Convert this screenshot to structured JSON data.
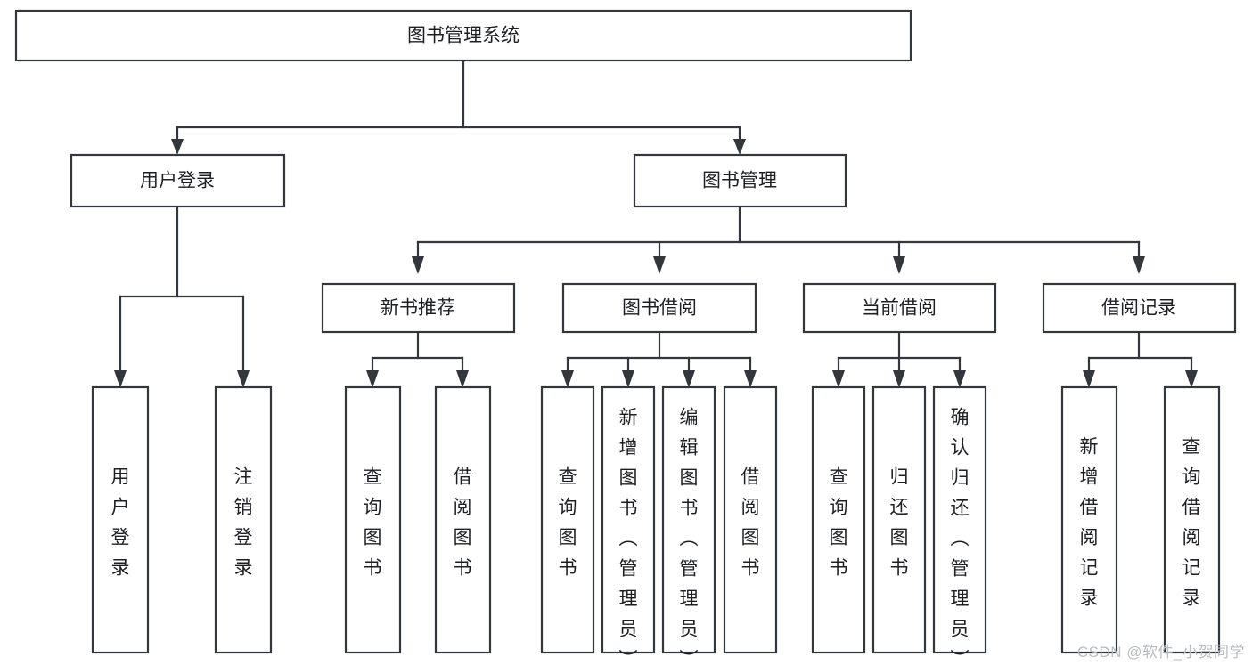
{
  "diagram": {
    "type": "tree-hierarchy",
    "title": "图书管理系统",
    "watermark": "CSDN @软件_小贺同学",
    "colors": {
      "stroke": "#33373c",
      "fill": "#ffffff",
      "text": "#1d1f22",
      "watermark": "#b9bcc0",
      "background": "#ffffff"
    },
    "root": {
      "label": "图书管理系统"
    },
    "level2": [
      {
        "label": "用户登录"
      },
      {
        "label": "图书管理"
      }
    ],
    "level3": [
      {
        "label": "新书推荐"
      },
      {
        "label": "图书借阅"
      },
      {
        "label": "当前借阅"
      },
      {
        "label": "借阅记录"
      }
    ],
    "leaves": {
      "user_login": [
        {
          "label": "用户登录"
        },
        {
          "label": "注销登录"
        }
      ],
      "new_book_recommend": [
        {
          "label": "查询图书"
        },
        {
          "label": "借阅图书"
        }
      ],
      "book_borrow": [
        {
          "label": "查询图书"
        },
        {
          "label": "新增图书（管理员）"
        },
        {
          "label": "编辑图书（管理员）"
        },
        {
          "label": "借阅图书"
        }
      ],
      "current_borrow": [
        {
          "label": "查询图书"
        },
        {
          "label": "归还图书"
        },
        {
          "label": "确认归还（管理员）"
        }
      ],
      "borrow_record": [
        {
          "label": "新增借阅记录"
        },
        {
          "label": "查询借阅记录"
        }
      ]
    }
  }
}
